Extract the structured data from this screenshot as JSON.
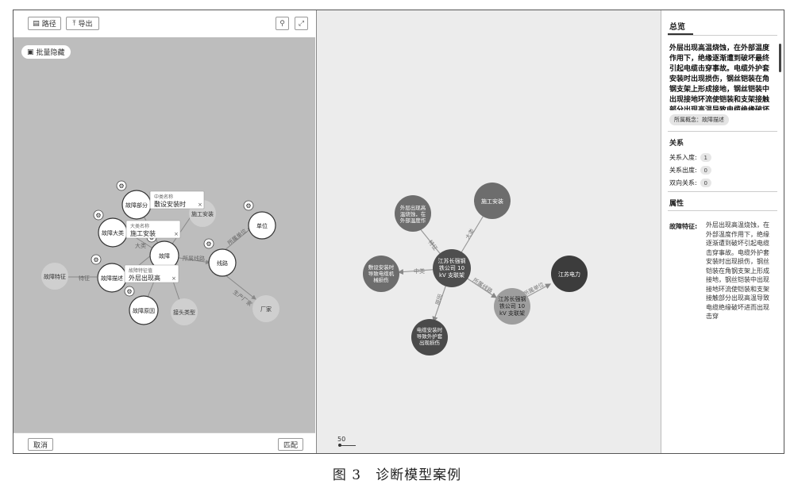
{
  "toolbar": {
    "path_label": "路径",
    "export_label": "导出"
  },
  "left_canvas": {
    "batch_hide_label": "批量隐藏",
    "nodes": {
      "fault_part": "故障部分",
      "construction_install": "施工安装",
      "fault_feature": "故障特征",
      "fault_desc": "故障描述",
      "fault": "故障",
      "line": "线路",
      "unit": "单位",
      "manufacturer": "厂家",
      "fault_cause": "故障原因",
      "joint_type": "接头类型",
      "fault_big": "故障大类"
    },
    "edges": {
      "belongs": "所属线路",
      "big": "大类",
      "feature": "特征",
      "prod": "生产厂家",
      "unit_edge": "所属单位"
    },
    "popups": [
      {
        "title": "中类名称",
        "value": "敷设安装时"
      },
      {
        "title": "大类名称",
        "value": "施工安装"
      },
      {
        "title": "故障特征值",
        "value": "外层出现高"
      }
    ]
  },
  "bottom": {
    "cancel_label": "取消",
    "match_label": "匹配"
  },
  "right_canvas": {
    "nodes": {
      "center": "江苏长强钢铁公司 10 kV 支联架",
      "outer": "外层出现高温烧蚀，在外部温度作",
      "install": "施工安装",
      "lay": "敷设安装时导致电缆机械损伤",
      "damage": "电缆安装时导致外护套出现损伤",
      "line2": "江苏长强钢铁公司 10 kV 支联架",
      "power": "江苏电力"
    },
    "edges": {
      "feature": "特征",
      "big": "大类",
      "mid": "中类",
      "cause": "原因",
      "line": "所属线路",
      "unit": "所属单位"
    },
    "zoom": "50"
  },
  "panel": {
    "tab": "总览",
    "summary": "外层出现高温烧蚀，在外部温度作用下，绝缘逐渐遭到破坏最终引起电缆击穿事故。电缆外护套安装时出现损伤，钢丝铠装在角钢支架上形成接地，钢丝铠装中出现接地环流使铠装和支架接触部分出现高温导致电缆绝缘破坏进而出现击穿",
    "concept_tag": "所属概念：故障描述",
    "relations_title": "关系",
    "relations": [
      {
        "label": "关系入度:",
        "count": "1"
      },
      {
        "label": "关系出度:",
        "count": "0"
      },
      {
        "label": "双向关系:",
        "count": "0"
      }
    ],
    "attributes_title": "属性",
    "attr_key": "故障特征:",
    "attr_value": "外层出现高温烧蚀，在外部温度作用下，绝缘逐渐遭到破坏引起电缆击穿事故。电缆外护套安装时出现损伤，钢丝铠装在角钢支架上形成接地，钢丝铠装中出现接地环流使铠装和支架接触部分出现高温导致电缆绝缘破坏进而出现击穿"
  },
  "caption": "图 3　诊断模型案例"
}
